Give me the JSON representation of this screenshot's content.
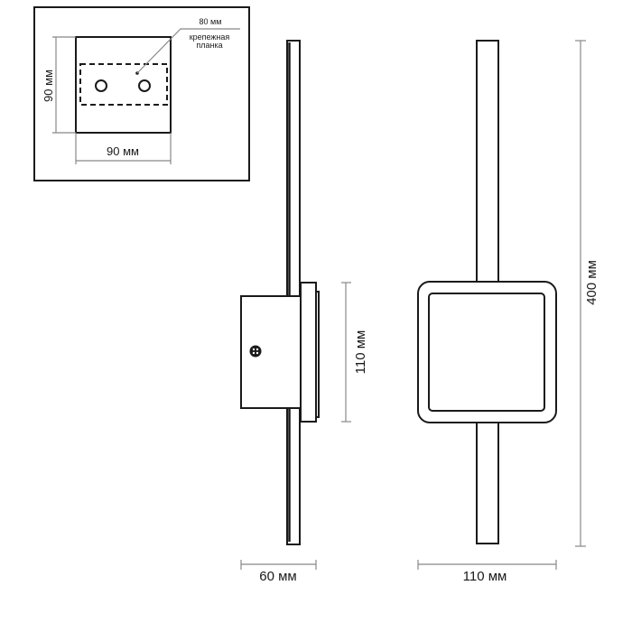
{
  "inset": {
    "plate_width": "80 мм",
    "plate_label_line1": "крепежная",
    "plate_label_line2": "планка",
    "base_height": "90 мм",
    "base_width": "90 мм"
  },
  "side_view": {
    "plate_height": "110 мм",
    "depth": "60 мм"
  },
  "front_view": {
    "width": "110 мм",
    "total_height": "400 мм"
  },
  "colors": {
    "line": "#1a1a1a",
    "dimension": "#888888"
  }
}
